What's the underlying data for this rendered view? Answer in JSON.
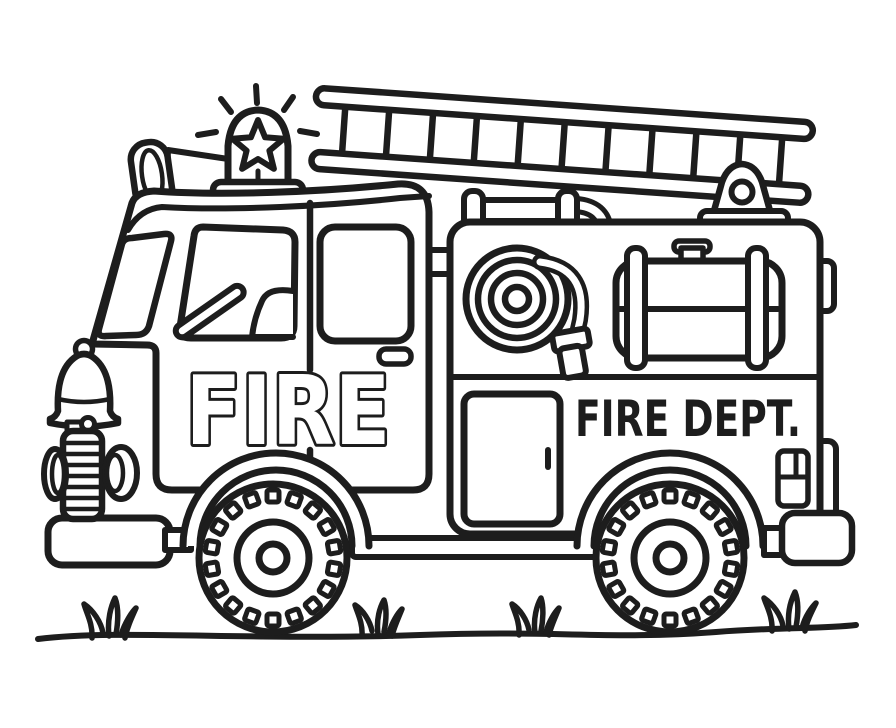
{
  "illustration": {
    "type": "coloring-page line drawing",
    "subject": "cartoon fire truck with roof ladder, siren light, megaphone, bell, hose reel and water tank, standing on grass",
    "background_color": "#ffffff",
    "line_color": "#1d1d1d",
    "labels": {
      "cab_text": "FIRE",
      "body_text": "FIRE DEPT."
    }
  }
}
